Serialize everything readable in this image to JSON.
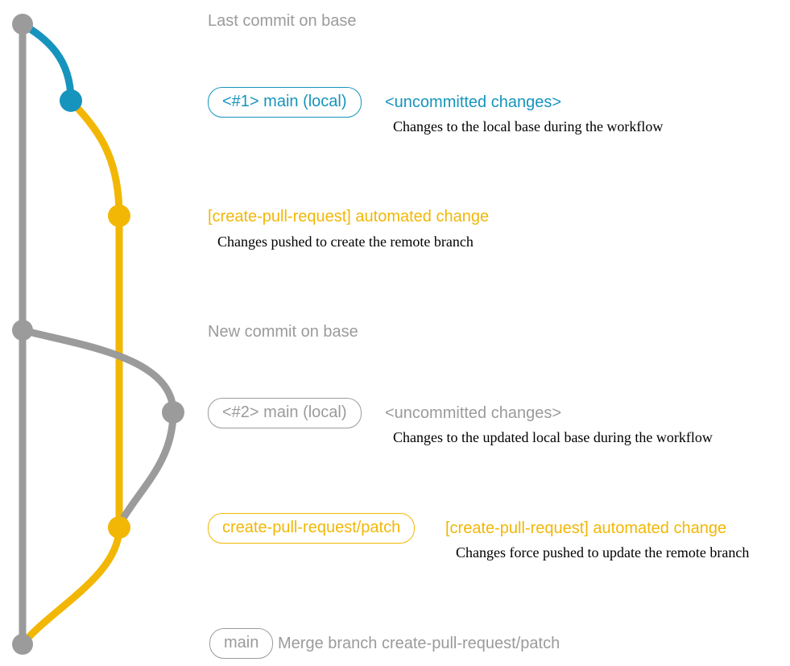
{
  "colors": {
    "gray": "#9b9b9b",
    "blue": "#1794bd",
    "yellow": "#f2b705"
  },
  "graph": {
    "type": "git-branch-diagram",
    "base_branch_commits": [
      "Last commit on base",
      "New commit on base",
      "Merge commit"
    ],
    "branches": [
      {
        "name": "main (local) #1",
        "color": "blue"
      },
      {
        "name": "create-pull-request/patch",
        "color": "yellow"
      },
      {
        "name": "main (local) #2",
        "color": "gray"
      }
    ]
  },
  "labels": {
    "last_commit_on_base": "Last commit on base",
    "branch1_badge": "<#1> main (local)",
    "branch1_status": "<uncommitted changes>",
    "branch1_desc": "Changes to the local base during the workflow",
    "cpr_change1_title": "[create-pull-request] automated change",
    "cpr_change1_desc": "Changes pushed to create the remote branch",
    "new_commit_on_base": "New commit on base",
    "branch2_badge": "<#2> main (local)",
    "branch2_status": "<uncommitted changes>",
    "branch2_desc": "Changes to the updated local base during the workflow",
    "patch_badge": "create-pull-request/patch",
    "cpr_change2_title": "[create-pull-request] automated change",
    "cpr_change2_desc": "Changes force pushed to update the remote branch",
    "main_badge": "main",
    "merge_desc": "Merge branch create-pull-request/patch"
  }
}
